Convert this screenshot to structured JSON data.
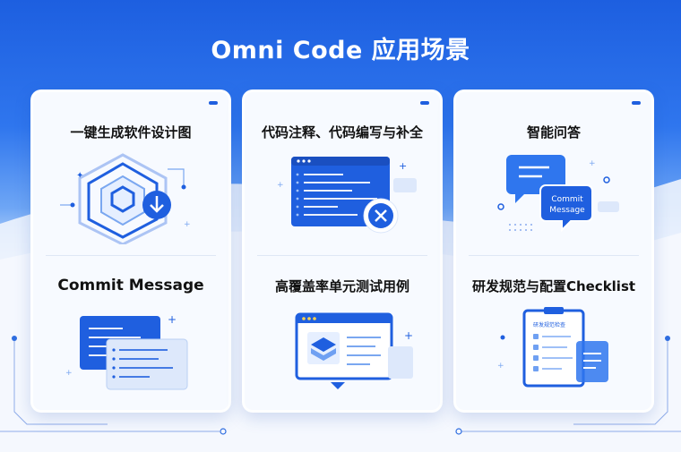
{
  "title": "Omni Code 应用场景",
  "cards": [
    {
      "top_label": "一键生成软件设计图",
      "bottom_label": "Commit Message"
    },
    {
      "top_label": "代码注释、代码编写与补全",
      "bottom_label": "高覆盖率单元测试用例"
    },
    {
      "top_label": "智能问答",
      "bottom_label": "研发规范与配置Checklist"
    }
  ],
  "qa_bubble_text": [
    "Commit",
    "Message"
  ],
  "checklist_header": "研发规范检查",
  "colors": {
    "primary": "#1f5fdf",
    "accent": "#3b82f6",
    "light": "#e6efff"
  }
}
